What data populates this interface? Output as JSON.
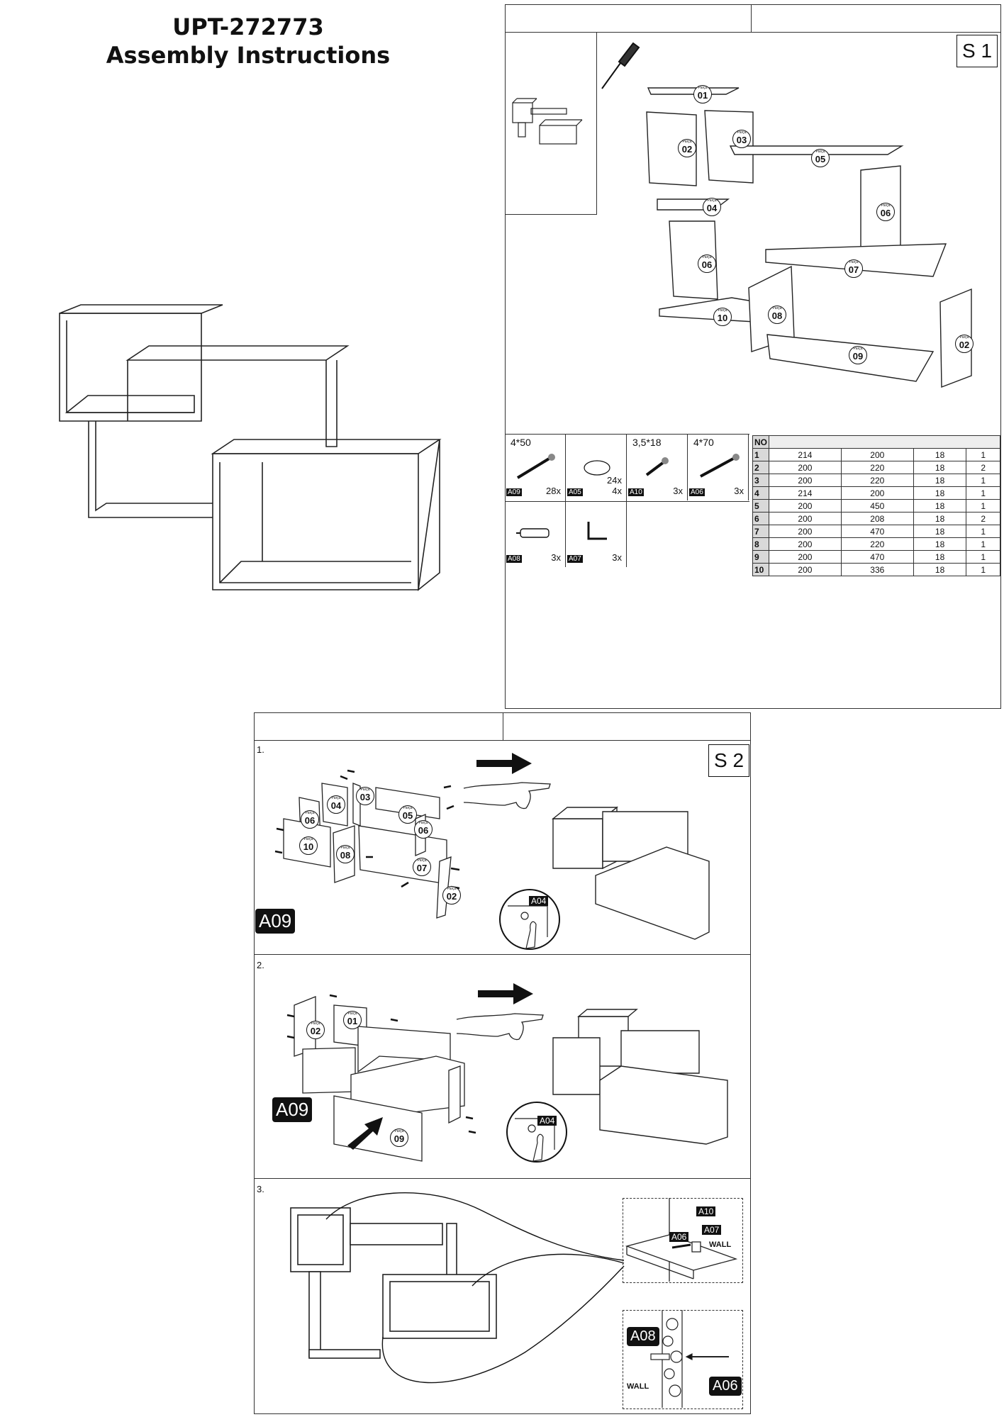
{
  "title": {
    "line1": "UPT-272773",
    "line2": "Assembly Instructions"
  },
  "sheet1": {
    "tag": "S 1"
  },
  "sheet2": {
    "tag": "S 2"
  },
  "part_prefix": "Parça",
  "parts": [
    {
      "label": "01"
    },
    {
      "label": "02"
    },
    {
      "label": "03"
    },
    {
      "label": "05"
    },
    {
      "label": "04"
    },
    {
      "label": "06"
    },
    {
      "label": "06"
    },
    {
      "label": "07"
    },
    {
      "label": "10"
    },
    {
      "label": "08"
    },
    {
      "label": "09"
    },
    {
      "label": "02"
    }
  ],
  "hardware": [
    {
      "size": "4*50",
      "code": "A09",
      "qty": "28x"
    },
    {
      "size": "",
      "code": "A05",
      "qty": "24x\n4x"
    },
    {
      "size": "3,5*18",
      "code": "A10",
      "qty": "3x"
    },
    {
      "size": "4*70",
      "code": "A06",
      "qty": "3x"
    },
    {
      "size": "",
      "code": "A08",
      "qty": "3x"
    },
    {
      "size": "",
      "code": "A07",
      "qty": "3x"
    }
  ],
  "dims_table": {
    "header": "NO",
    "rows": [
      [
        "1",
        "214",
        "200",
        "18",
        "1"
      ],
      [
        "2",
        "200",
        "220",
        "18",
        "2"
      ],
      [
        "3",
        "200",
        "220",
        "18",
        "1"
      ],
      [
        "4",
        "214",
        "200",
        "18",
        "1"
      ],
      [
        "5",
        "200",
        "450",
        "18",
        "1"
      ],
      [
        "6",
        "200",
        "208",
        "18",
        "2"
      ],
      [
        "7",
        "200",
        "470",
        "18",
        "1"
      ],
      [
        "8",
        "200",
        "220",
        "18",
        "1"
      ],
      [
        "9",
        "200",
        "470",
        "18",
        "1"
      ],
      [
        "10",
        "200",
        "336",
        "18",
        "1"
      ]
    ]
  },
  "steps": [
    {
      "num": "1.",
      "callout": "A09",
      "detail": "A04",
      "parts": [
        "04",
        "03",
        "05",
        "06",
        "10",
        "08",
        "06",
        "07",
        "02"
      ]
    },
    {
      "num": "2.",
      "callout": "A09",
      "detail": "A04",
      "parts": [
        "02",
        "01",
        "09"
      ]
    },
    {
      "num": "3.",
      "codes": [
        "A10",
        "A06",
        "A07",
        "A08",
        "A06"
      ],
      "wall": "WALL"
    }
  ]
}
